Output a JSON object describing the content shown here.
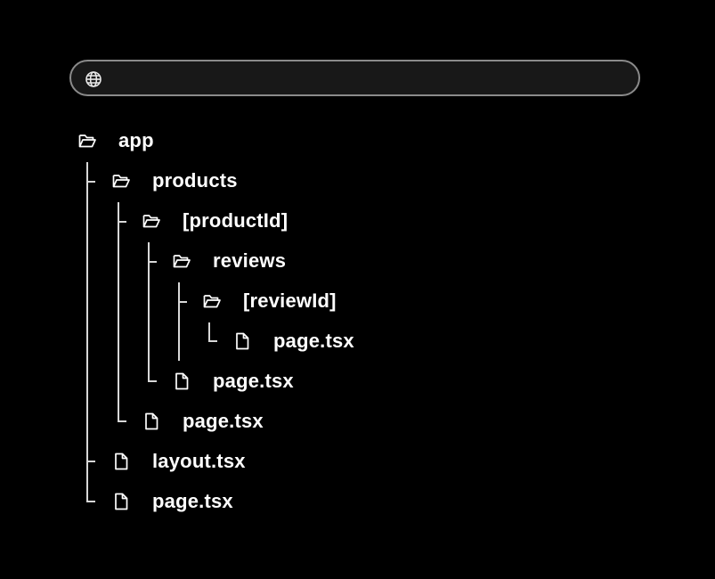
{
  "address_bar": {
    "icon": "globe-icon",
    "value": ""
  },
  "tree": [
    {
      "label": "app",
      "kind": "folder",
      "depth": 0
    },
    {
      "label": "products",
      "kind": "folder",
      "depth": 1
    },
    {
      "label": "[productId]",
      "kind": "folder",
      "depth": 2
    },
    {
      "label": "reviews",
      "kind": "folder",
      "depth": 3
    },
    {
      "label": "[reviewId]",
      "kind": "folder",
      "depth": 4
    },
    {
      "label": "page.tsx",
      "kind": "file",
      "depth": 5
    },
    {
      "label": "page.tsx",
      "kind": "file",
      "depth": 3
    },
    {
      "label": "page.tsx",
      "kind": "file",
      "depth": 2
    },
    {
      "label": "layout.tsx",
      "kind": "file",
      "depth": 1
    },
    {
      "label": "page.tsx",
      "kind": "file",
      "depth": 1
    }
  ],
  "colors": {
    "background": "#000000",
    "text": "#ffffff",
    "lines": "#d8d8d8",
    "address_bar_border": "#8a8a8a"
  }
}
